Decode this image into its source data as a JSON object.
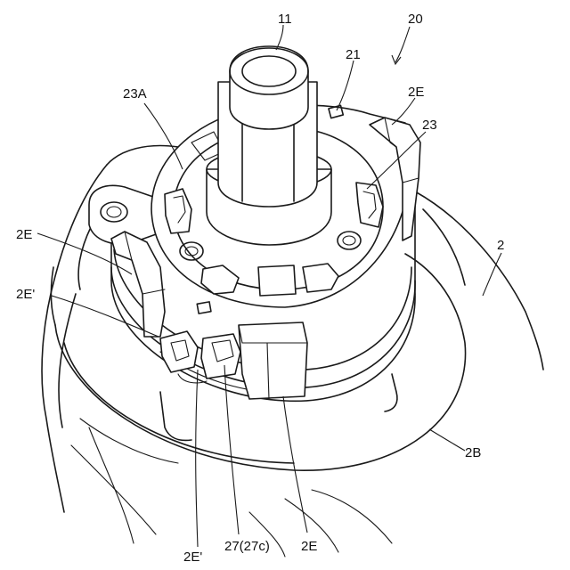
{
  "figure": {
    "labels": {
      "ref_20": "20",
      "ref_11": "11",
      "ref_21": "21",
      "ref_23A": "23A",
      "ref_2E_top": "2E",
      "ref_23": "23",
      "ref_2E_left": "2E",
      "ref_2": "2",
      "ref_2E_prime_left": "2E'",
      "ref_2B": "2B",
      "ref_2E_prime_bottom": "2E'",
      "ref_27": "27(27c)",
      "ref_2E_bottom": "2E"
    }
  }
}
